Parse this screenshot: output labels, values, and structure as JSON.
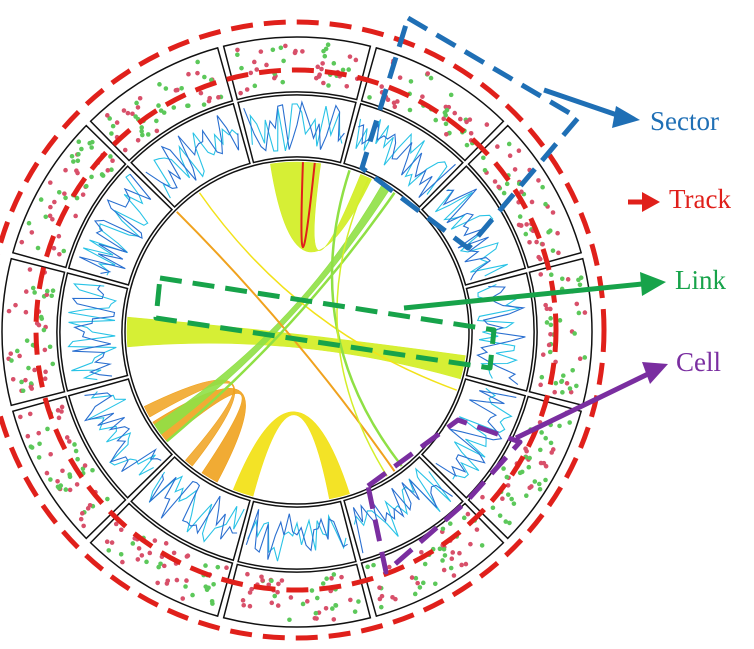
{
  "diagram": {
    "sectors": 12,
    "labels": [
      {
        "key": "sector",
        "text": "Sector",
        "color": "#1f6fb5"
      },
      {
        "key": "track",
        "text": "Track",
        "color": "#e0201b"
      },
      {
        "key": "link",
        "text": "Link",
        "color": "#17a34a"
      },
      {
        "key": "cell",
        "text": "Cell",
        "color": "#7a2ea0"
      }
    ],
    "colors": {
      "outline": "#111111",
      "sector": "#1f6fb5",
      "track": "#e0201b",
      "link": "#17a34a",
      "cell": "#7a2ea0",
      "dot_red": "#d8506a",
      "dot_green": "#5cc85a",
      "line_cyan": "#29c3e6",
      "line_blue": "#2a6fd0",
      "ribbon_lime": "#d4ee2a",
      "ribbon_yellow": "#f2e21a",
      "ribbon_orange": "#f0a21e",
      "ribbon_green": "#8fe045"
    }
  }
}
